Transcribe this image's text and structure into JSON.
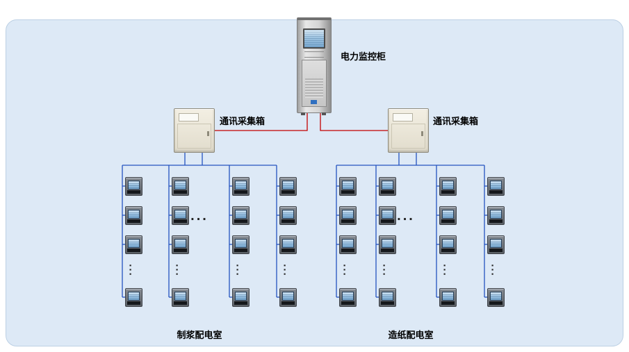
{
  "labels": {
    "cabinet": "电力监控柜",
    "comm_box_left": "通讯采集箱",
    "comm_box_right": "通讯采集箱",
    "room_left": "制浆配电室",
    "room_right": "造纸配电室",
    "more_columns": "...",
    "more_meters": "..."
  },
  "colors": {
    "panel_bg": "#dde9f6",
    "panel_border": "#bcd0e4",
    "wire_blue": "#2453c0",
    "wire_red": "#c40000"
  },
  "structure": {
    "top_device": "电力监控柜",
    "groups": [
      {
        "room": "制浆配电室",
        "collector": "通讯采集箱",
        "meter_columns": 4,
        "meters_shown_per_column": 4
      },
      {
        "room": "造纸配电室",
        "collector": "通讯采集箱",
        "meter_columns": 4,
        "meters_shown_per_column": 4
      }
    ]
  }
}
